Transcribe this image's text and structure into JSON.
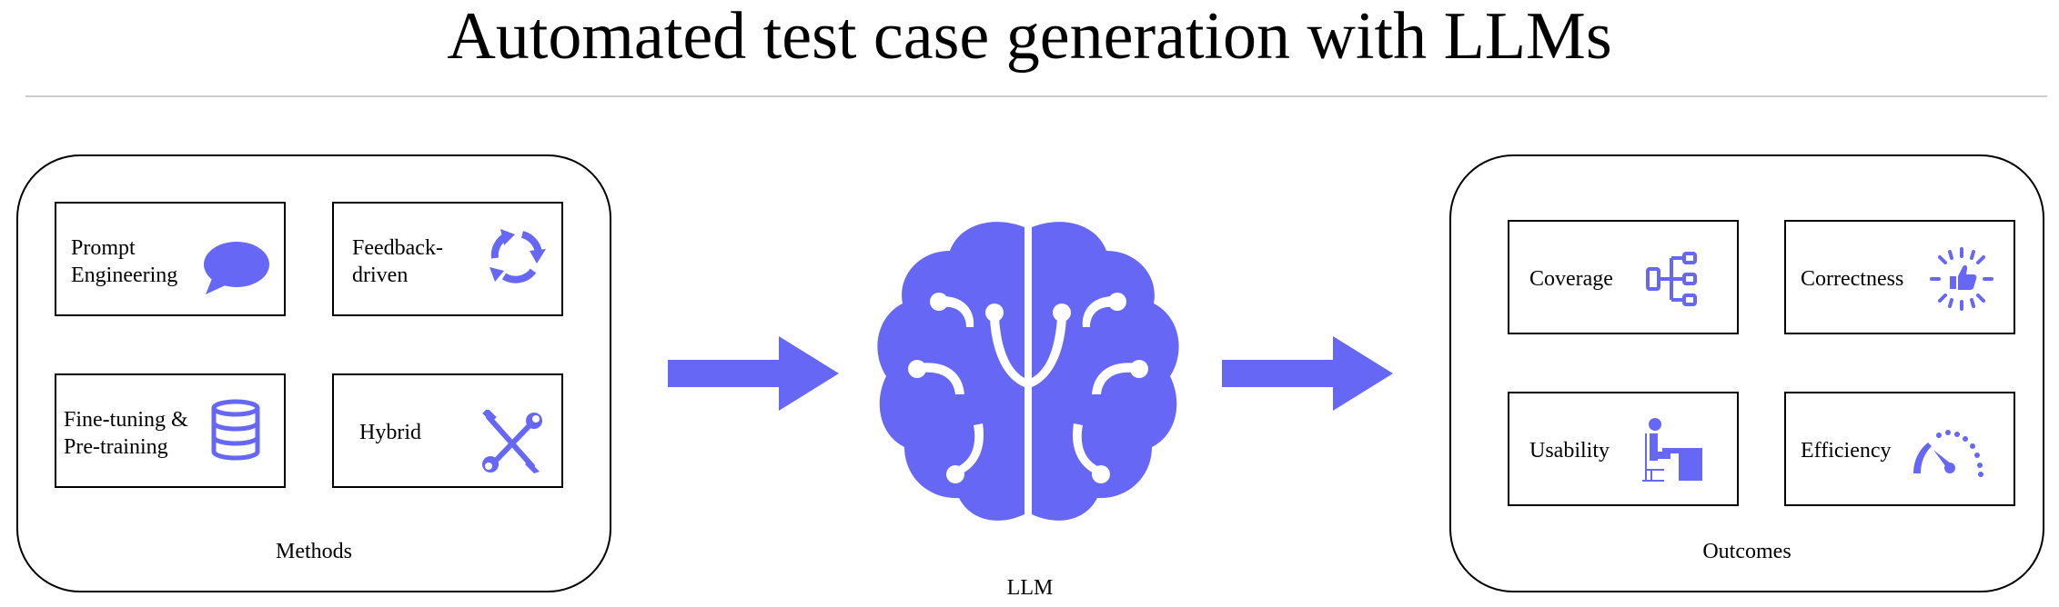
{
  "title": "Automated test case generation with LLMs",
  "colors": {
    "accent": "#6667f4",
    "border": "#000000",
    "rule": "#cccccc"
  },
  "methods": {
    "label": "Methods",
    "items": [
      {
        "label": "Prompt\nEngineering",
        "icon": "speech-bubble-icon"
      },
      {
        "label": "Feedback-\ndriven",
        "icon": "refresh-cycle-icon"
      },
      {
        "label": "Fine-tuning &\nPre-training",
        "icon": "database-icon"
      },
      {
        "label": "Hybrid",
        "icon": "tools-icon"
      }
    ]
  },
  "center": {
    "label": "LLM",
    "icon": "brain-icon"
  },
  "outcomes": {
    "label": "Outcomes",
    "items": [
      {
        "label": "Coverage",
        "icon": "flowchart-icon"
      },
      {
        "label": "Correctness",
        "icon": "thumbs-up-burst-icon"
      },
      {
        "label": "Usability",
        "icon": "person-at-desk-icon"
      },
      {
        "label": "Efficiency",
        "icon": "speedometer-icon"
      }
    ]
  }
}
